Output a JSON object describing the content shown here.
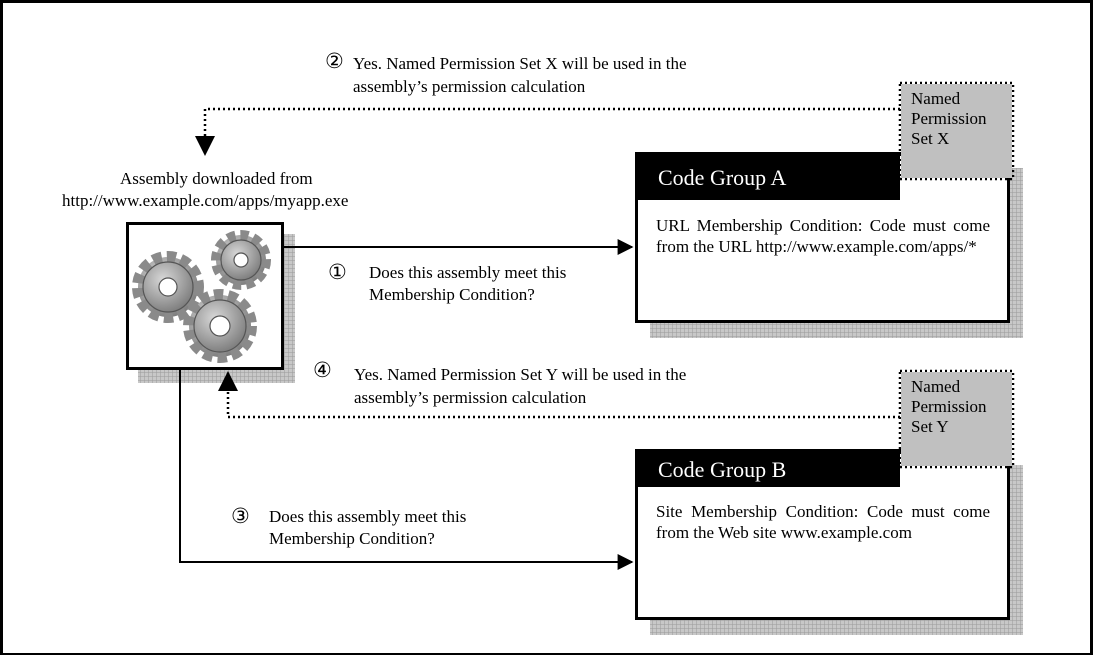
{
  "assembly": {
    "caption_line1": "Assembly downloaded from",
    "caption_line2": "http://www.example.com/apps/myapp.exe",
    "icon": "gears-icon"
  },
  "steps": [
    {
      "marker": "①",
      "text_line1": "Does this assembly meet this",
      "text_line2": "Membership Condition?"
    },
    {
      "marker": "②",
      "text_line1": "Yes. Named Permission Set X will be used in the",
      "text_line2": "assembly’s permission calculation"
    },
    {
      "marker": "③",
      "text_line1": "Does this assembly meet this",
      "text_line2": "Membership Condition?"
    },
    {
      "marker": "④",
      "text_line1": "Yes. Named Permission Set Y will be used in the",
      "text_line2": "assembly’s permission calculation"
    }
  ],
  "code_groups": [
    {
      "title": "Code Group A",
      "condition": "URL Membership Condition: Code must come from the URL http://www.example.com/apps/*",
      "permission_set": "Named\nPermission\nSet X"
    },
    {
      "title": "Code Group B",
      "condition": "Site Membership Condition: Code must come from the Web site www.example.com",
      "permission_set": "Named\nPermission\nSet Y"
    }
  ],
  "colors": {
    "shadow": "#a9a9a9",
    "permission_tag": "#c0c0c0",
    "header": "#000000"
  }
}
